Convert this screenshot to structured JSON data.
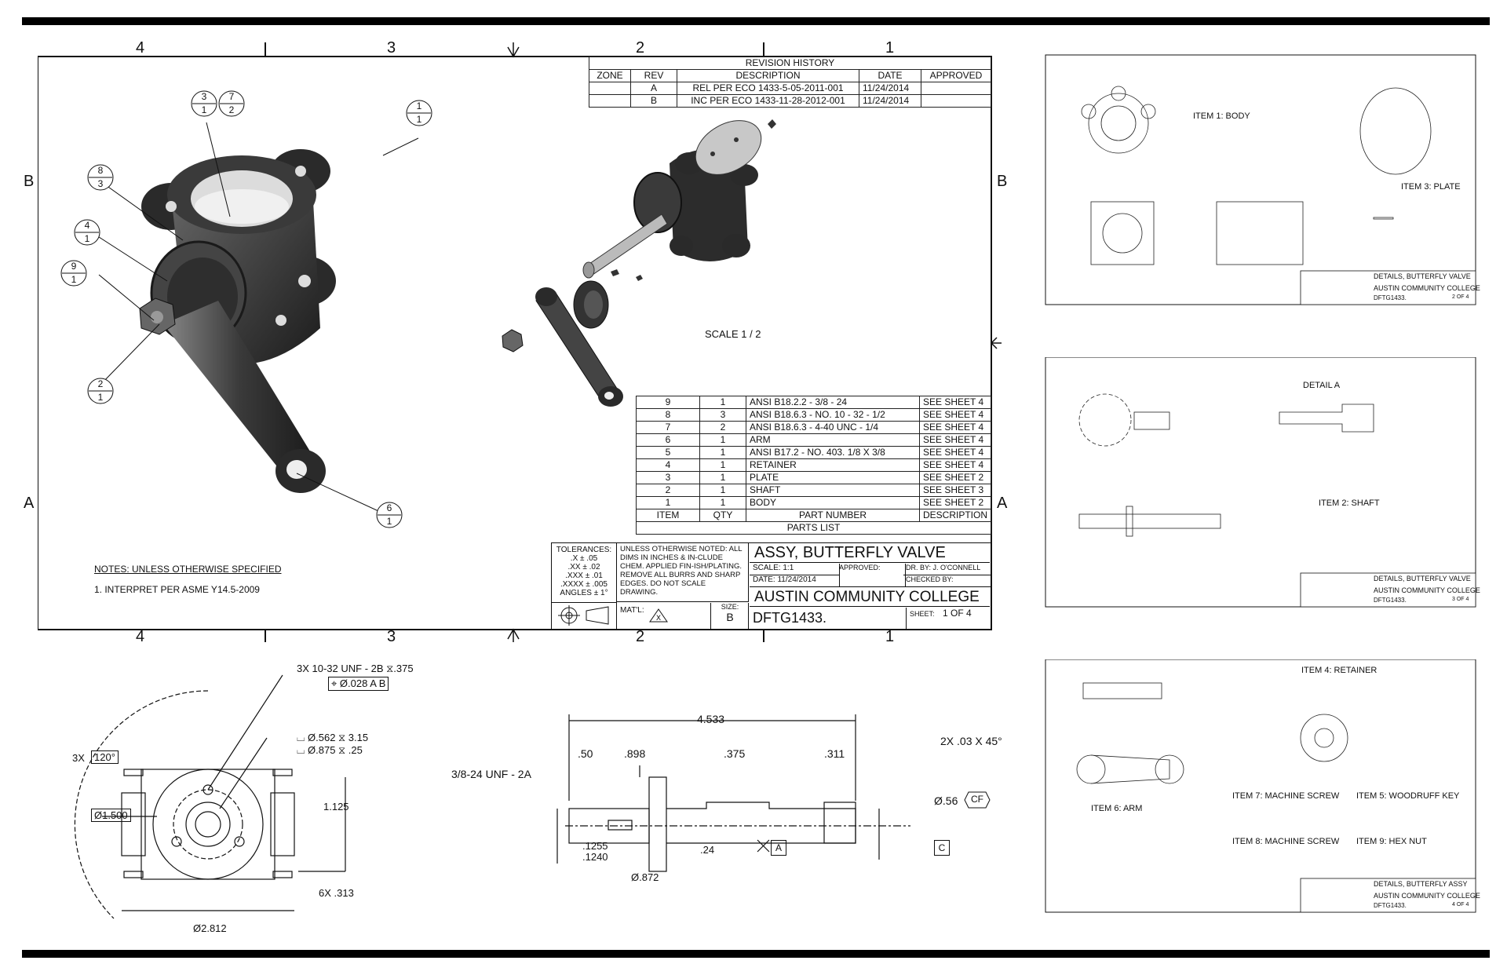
{
  "main_sheet": {
    "zone_cols": [
      "4",
      "3",
      "2",
      "1"
    ],
    "zone_rows": [
      "B",
      "A"
    ],
    "revision_history": {
      "title": "REVISION HISTORY",
      "headers": [
        "ZONE",
        "REV",
        "DESCRIPTION",
        "DATE",
        "APPROVED"
      ],
      "rows": [
        [
          "",
          "A",
          "REL PER ECO 1433-5-05-2011-001",
          "11/24/2014",
          ""
        ],
        [
          "",
          "B",
          "INC PER ECO 1433-11-28-2012-001",
          "11/24/2014",
          ""
        ]
      ]
    },
    "scale_note": "SCALE 1 / 2",
    "balloons": [
      {
        "top": "3",
        "bottom": "1"
      },
      {
        "top": "7",
        "bottom": "2"
      },
      {
        "top": "1",
        "bottom": "1"
      },
      {
        "top": "8",
        "bottom": "3"
      },
      {
        "top": "4",
        "bottom": "1"
      },
      {
        "top": "9",
        "bottom": "1"
      },
      {
        "top": "2",
        "bottom": "1"
      },
      {
        "top": "6",
        "bottom": "1"
      }
    ],
    "parts_list": {
      "rows": [
        [
          "9",
          "1",
          "ANSI B18.2.2 - 3/8 - 24",
          "SEE SHEET 4"
        ],
        [
          "8",
          "3",
          "ANSI B18.6.3 - NO. 10 - 32 - 1/2",
          "SEE SHEET 4"
        ],
        [
          "7",
          "2",
          "ANSI B18.6.3 - 4-40 UNC - 1/4",
          "SEE SHEET 4"
        ],
        [
          "6",
          "1",
          "ARM",
          "SEE SHEET 4"
        ],
        [
          "5",
          "1",
          "ANSI B17.2 - NO. 403. 1/8 X 3/8",
          "SEE SHEET 4"
        ],
        [
          "4",
          "1",
          "RETAINER",
          "SEE SHEET 4"
        ],
        [
          "3",
          "1",
          "PLATE",
          "SEE SHEET 2"
        ],
        [
          "2",
          "1",
          "SHAFT",
          "SEE SHEET 3"
        ],
        [
          "1",
          "1",
          "BODY",
          "SEE SHEET 2"
        ]
      ],
      "headers": [
        "ITEM",
        "QTY",
        "PART NUMBER",
        "DESCRIPTION"
      ],
      "title": "PARTS LIST"
    },
    "notes": {
      "heading": "NOTES: UNLESS OTHERWISE SPECIFIED",
      "items": [
        "1. INTERPRET PER ASME Y14.5-2009"
      ]
    },
    "title_block": {
      "tolerances_label": "TOLERANCES:",
      "tolerances": [
        ".X ± .05",
        ".XX ± .02",
        ".XXX ± .01",
        ".XXXX ± .005",
        "ANGLES ± 1°"
      ],
      "unless_note": "UNLESS OTHERWISE NOTED: ALL DIMS IN INCHES & IN-CLUDE CHEM. APPLIED FIN-ISH/PLATING. REMOVE ALL BURRS AND SHARP EDGES. DO NOT SCALE DRAWING.",
      "title": "ASSY, BUTTERFLY VALVE",
      "scale": "SCALE: 1:1",
      "approved": "APPROVED:",
      "drawn_by": "DR. BY: J. O'CONNELL",
      "date": "DATE: 11/24/2014",
      "checked_by": "CHECKED BY:",
      "org": "AUSTIN COMMUNITY COLLEGE",
      "matl": "MAT'L:",
      "size_label": "SIZE:",
      "size": "B",
      "dwg_no": "DFTG1433.",
      "sheet_label": "SHEET:",
      "sheet": "1 OF 4"
    }
  },
  "body_view": {
    "callout_thread": "3X 10-32 UNF - 2B ⧖.375",
    "fcf": "⌖ Ø.028 A B",
    "cbore1": "⌴ Ø.562 ⧖ 3.15",
    "cbore2": "⌴ Ø.875 ⧖ .25",
    "angle": "3X",
    "angle_val": "120°",
    "dia1": "Ø1.500",
    "dim_h": "1.125",
    "holes": "6X .313",
    "dia2": "Ø2.812"
  },
  "shaft_view": {
    "overall": "4.533",
    "d50": ".50",
    "d898": ".898",
    "d375": ".375",
    "d311": ".311",
    "chamfer": "2X .03 X 45°",
    "thread": "3/8-24 UNF - 2A",
    "dia": "Ø.56",
    "cf": "CF",
    "key1": ".1255",
    "key2": ".1240",
    "d24": ".24",
    "dia872": "Ø.872",
    "datum_a": "A",
    "datum_c": "C"
  },
  "thumbnails": [
    {
      "labels": [
        "ITEM 1: BODY",
        "ITEM 3: PLATE"
      ],
      "title": "DETAILS, BUTTERFLY VALVE",
      "org": "AUSTIN COMMUNITY COLLEGE",
      "dwg": "DFTG1433.",
      "sheet": "2 OF 4"
    },
    {
      "labels": [
        "DETAIL A",
        "ITEM 2: SHAFT"
      ],
      "title": "DETAILS, BUTTERFLY VALVE",
      "org": "AUSTIN COMMUNITY COLLEGE",
      "dwg": "DFTG1433.",
      "sheet": "3 OF 4"
    },
    {
      "labels": [
        "ITEM 4: RETAINER",
        "ITEM 6: ARM",
        "ITEM 7: MACHINE SCREW",
        "ITEM 5: WOODRUFF KEY",
        "ITEM 8: MACHINE SCREW",
        "ITEM 9: HEX NUT"
      ],
      "title": "DETAILS, BUTTERFLY ASSY",
      "org": "AUSTIN COMMUNITY COLLEGE",
      "dwg": "DFTG1433.",
      "sheet": "4 OF 4"
    }
  ]
}
